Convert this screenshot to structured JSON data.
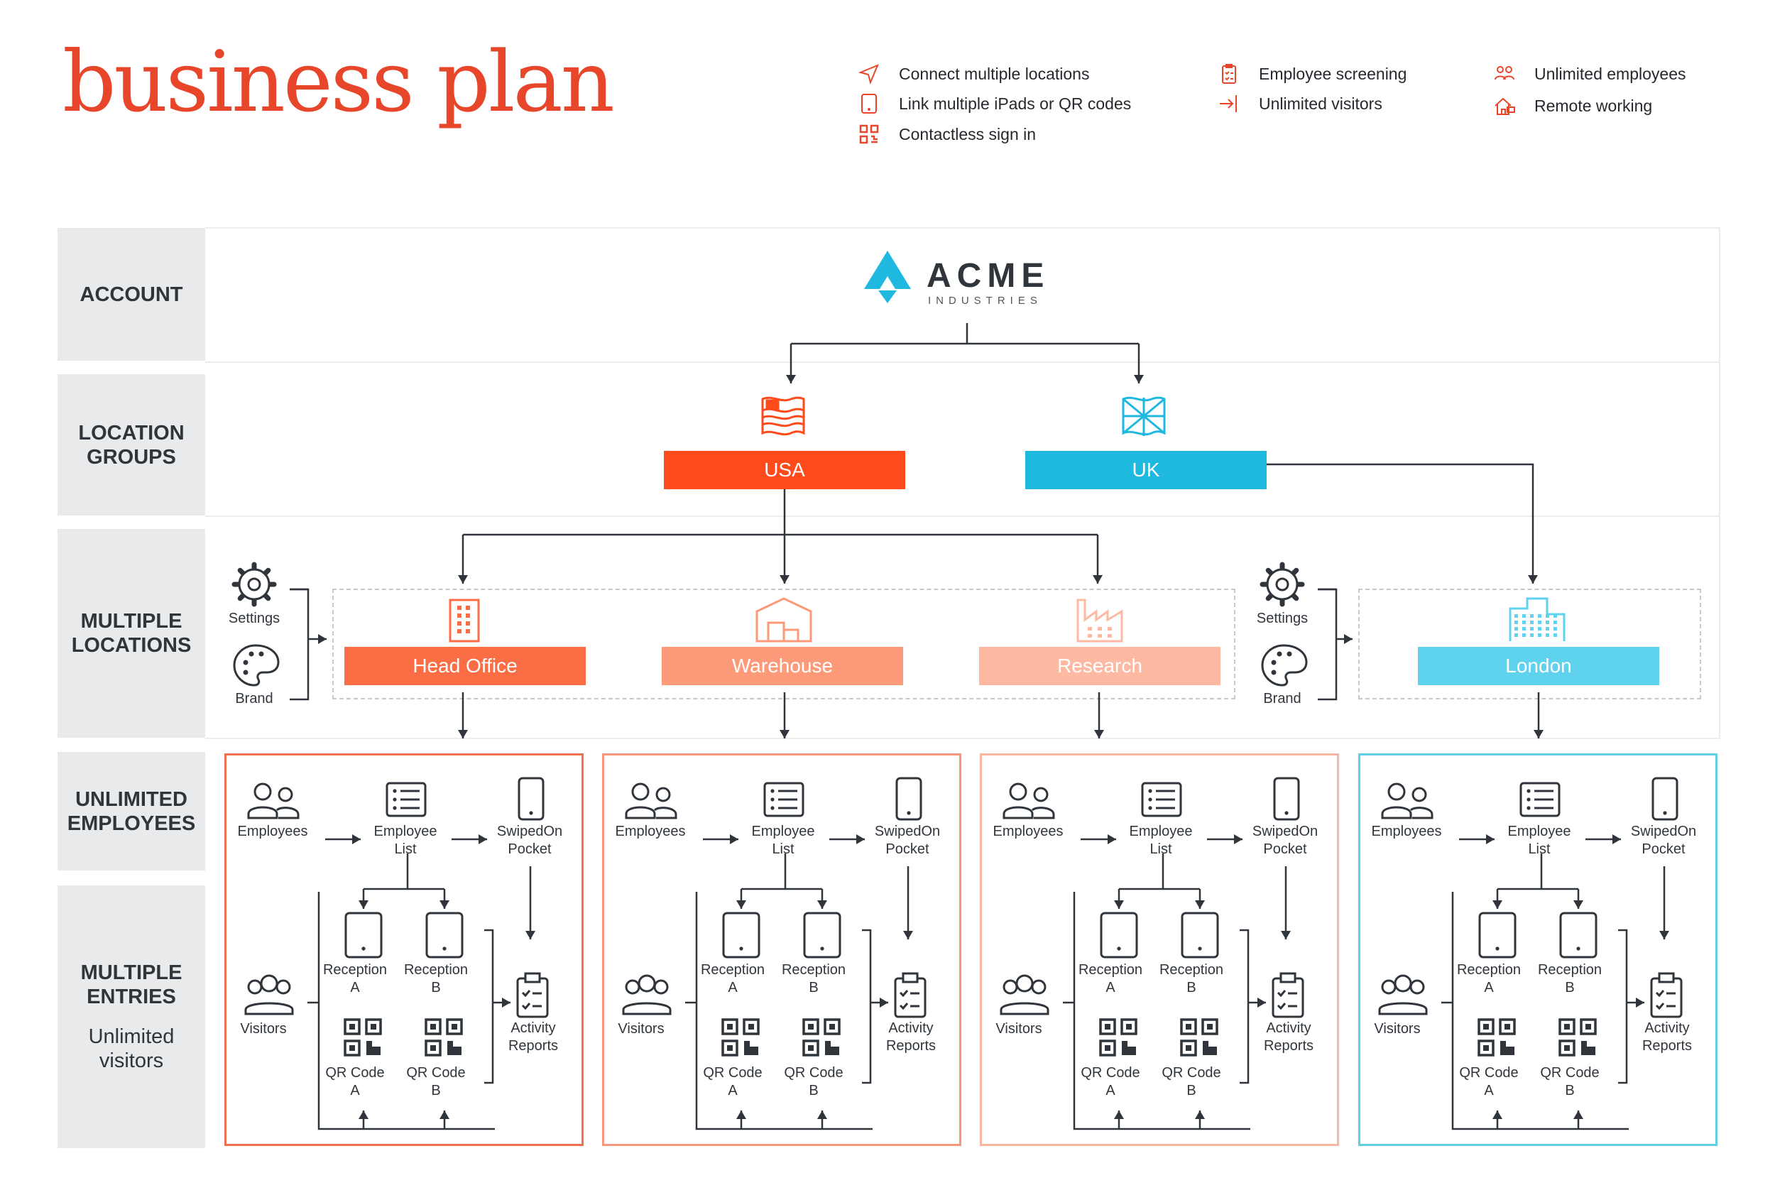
{
  "page_title": "business plan",
  "features": [
    {
      "icon": "location-arrow-icon",
      "label": "Connect multiple locations"
    },
    {
      "icon": "tablet-icon",
      "label": "Link multiple iPads or QR codes"
    },
    {
      "icon": "qr-code-icon",
      "label": "Contactless sign in"
    },
    {
      "icon": "clipboard-check-icon",
      "label": "Employee screening"
    },
    {
      "icon": "sign-in-arrow-icon",
      "label": "Unlimited visitors"
    },
    {
      "icon": "people-group-icon",
      "label": "Unlimited employees"
    },
    {
      "icon": "home-work-icon",
      "label": "Remote working"
    }
  ],
  "rows": {
    "account": "ACCOUNT",
    "location_groups": [
      "LOCATION",
      "GROUPS"
    ],
    "multiple_locations": [
      "MULTIPLE",
      "LOCATIONS"
    ],
    "unlimited_employees": [
      "UNLIMITED",
      "EMPLOYEES"
    ],
    "multiple_entries": [
      "MULTIPLE",
      "ENTRIES"
    ],
    "unlimited_visitors": [
      "Unlimited",
      "visitors"
    ]
  },
  "logo": {
    "name": "ACME",
    "tagline": "INDUSTRIES"
  },
  "location_groups": [
    {
      "label": "USA",
      "color": "#ff4a1c"
    },
    {
      "label": "UK",
      "color": "#1fb9e0"
    }
  ],
  "side_controls": {
    "settings": "Settings",
    "brand": "Brand"
  },
  "locations": [
    {
      "label": "Head Office",
      "color": "#fb6d45",
      "icon": "office-building-icon"
    },
    {
      "label": "Warehouse",
      "color": "#fd9a7a",
      "icon": "warehouse-icon"
    },
    {
      "label": "Research",
      "color": "#fdb9a2",
      "icon": "factory-icon"
    },
    {
      "label": "London",
      "color": "#5fd2ee",
      "icon": "city-buildings-icon"
    }
  ],
  "panel_labels": {
    "employees": "Employees",
    "employee_list": [
      "Employee",
      "List"
    ],
    "swipedon_pocket": [
      "SwipedOn",
      "Pocket"
    ],
    "visitors": "Visitors",
    "reception_a": [
      "Reception",
      "A"
    ],
    "reception_b": [
      "Reception",
      "B"
    ],
    "qr_a": [
      "QR Code",
      "A"
    ],
    "qr_b": [
      "QR Code",
      "B"
    ],
    "activity_reports": [
      "Activity",
      "Reports"
    ]
  },
  "colors": {
    "accent": "#e8462a",
    "panel_borders": [
      "#f07050",
      "#f6967a",
      "#f8b6a3",
      "#61cfe0"
    ],
    "icon_stroke": "#2f353b"
  }
}
